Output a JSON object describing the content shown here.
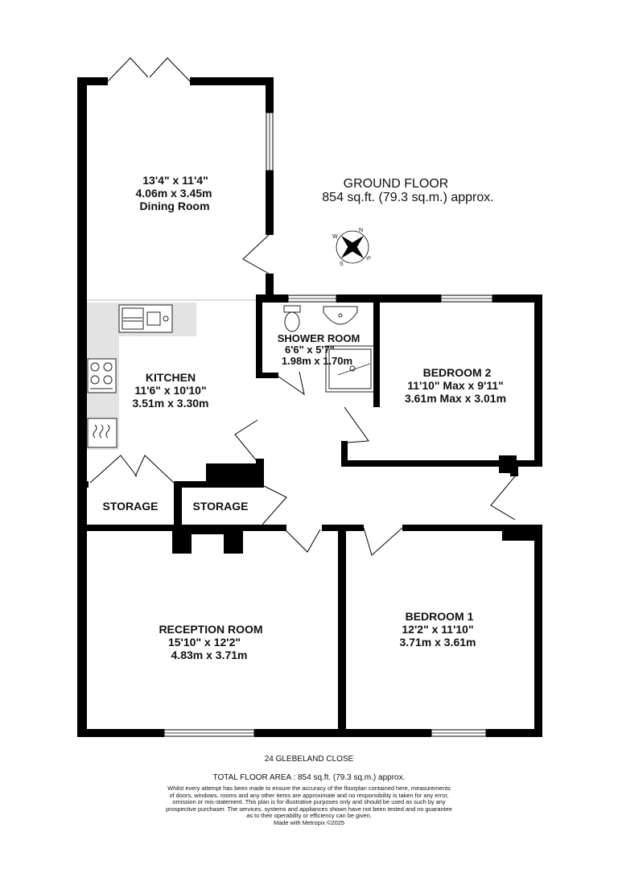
{
  "floor": {
    "title": "GROUND FLOOR",
    "area": "854 sq.ft. (79.3 sq.m.) approx."
  },
  "compass": {
    "n": "N",
    "e": "E",
    "s": "S",
    "w": "W"
  },
  "rooms": {
    "dining": {
      "imperial": "13'4\"  x 11'4\"",
      "metric": "4.06m  x 3.45m",
      "name": "Dining Room"
    },
    "kitchen": {
      "name": "KITCHEN",
      "imperial": "11'6\"  x 10'10\"",
      "metric": "3.51m  x 3.30m"
    },
    "shower": {
      "name": "SHOWER ROOM",
      "imperial": "6'6\"  x 5'7\"",
      "metric": "1.98m  x 1.70m"
    },
    "bedroom2": {
      "name": "BEDROOM 2",
      "imperial": "11'10\" Max x 9'11\"",
      "metric": "3.61m Max x 3.01m"
    },
    "storage1": {
      "name": "STORAGE"
    },
    "storage2": {
      "name": "STORAGE"
    },
    "reception": {
      "name": "RECEPTION ROOM",
      "imperial": "15'10\"  x 12'2\"",
      "metric": "4.83m  x 3.71m"
    },
    "bedroom1": {
      "name": "BEDROOM 1",
      "imperial": "12'2\"  x 11'10\"",
      "metric": "3.71m  x 3.61m"
    }
  },
  "footer": {
    "address": "24 GLEBELAND CLOSE",
    "total": "TOTAL FLOOR AREA : 854 sq.ft. (79.3 sq.m.) approx.",
    "disclaimer": [
      "Whilst every attempt has been made to ensure the accuracy of the floorplan contained here, measurements",
      "of doors, windows, rooms and any other items are approximate and no responsibility is taken for any error,",
      "omission or mis-statement. This plan is for illustrative purposes only and should be used as such by any",
      "prospective purchaser. The services, systems and appliances shown have not been tested and no guarantee",
      "as to their operability or efficiency can be given.",
      "Made with Metropix ©2025"
    ]
  }
}
